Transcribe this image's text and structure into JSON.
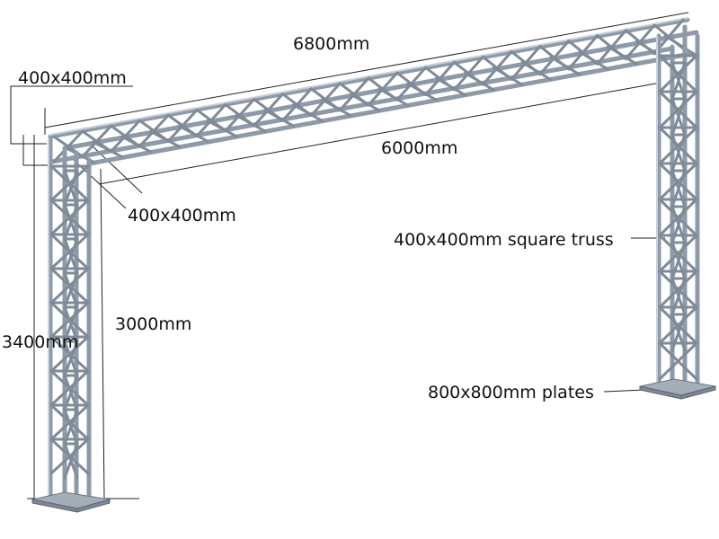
{
  "labels": {
    "top_length": "6800mm",
    "inner_length": "6000mm",
    "corner_section_top": "400x400mm",
    "corner_section_left": "400x400mm",
    "height_outer": "3400mm",
    "height_inner": "3000mm",
    "truss_type": "400x400mm square truss",
    "base_plates": "800x800mm plates"
  },
  "colors": {
    "truss": "#8e9aa7",
    "highlight": "#c8d1da",
    "dimension_lines": "#222222"
  }
}
